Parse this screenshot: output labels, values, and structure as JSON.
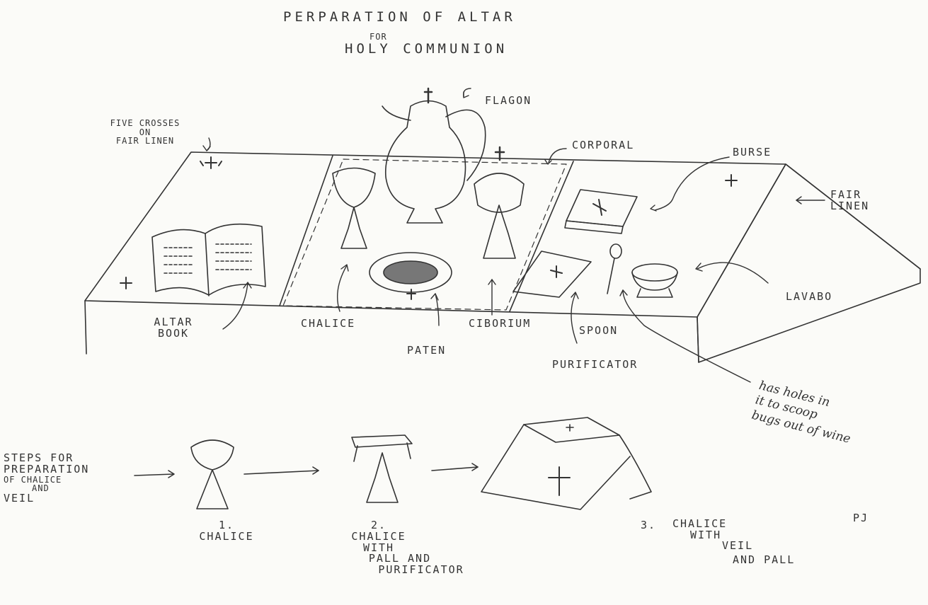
{
  "title": {
    "line1": "PERPARATION OF ALTAR",
    "for": "FOR",
    "line2": "HOLY COMMUNION"
  },
  "labels": {
    "five_crosses": [
      "FIVE CROSSES",
      "ON",
      "FAIR LINEN"
    ],
    "flagon": "FLAGON",
    "corporal": "CORPORAL",
    "burse": "BURSE",
    "fair_linen": [
      "FAIR",
      "LINEN"
    ],
    "lavabo": "LAVABO",
    "altar_book": [
      "ALTAR",
      "BOOK"
    ],
    "chalice": "CHALICE",
    "paten": "PATEN",
    "ciborium": "CIBORIUM",
    "spoon": "SPOON",
    "purificator": "PURIFICATOR"
  },
  "handwritten_note": [
    "has holes in",
    "it to scoop",
    "bugs out of wine"
  ],
  "steps": {
    "heading": [
      "STEPS FOR",
      "PREPARATION",
      "OF CHALICE",
      "AND",
      "VEIL"
    ],
    "step1": [
      "1.",
      "CHALICE"
    ],
    "step2": [
      "2.",
      "CHALICE",
      "WITH",
      "PALL AND",
      "PURIFICATOR"
    ],
    "step3": [
      "3.",
      "CHALICE",
      "WITH",
      "VEIL",
      "AND PALL"
    ]
  },
  "initials": "PJ"
}
